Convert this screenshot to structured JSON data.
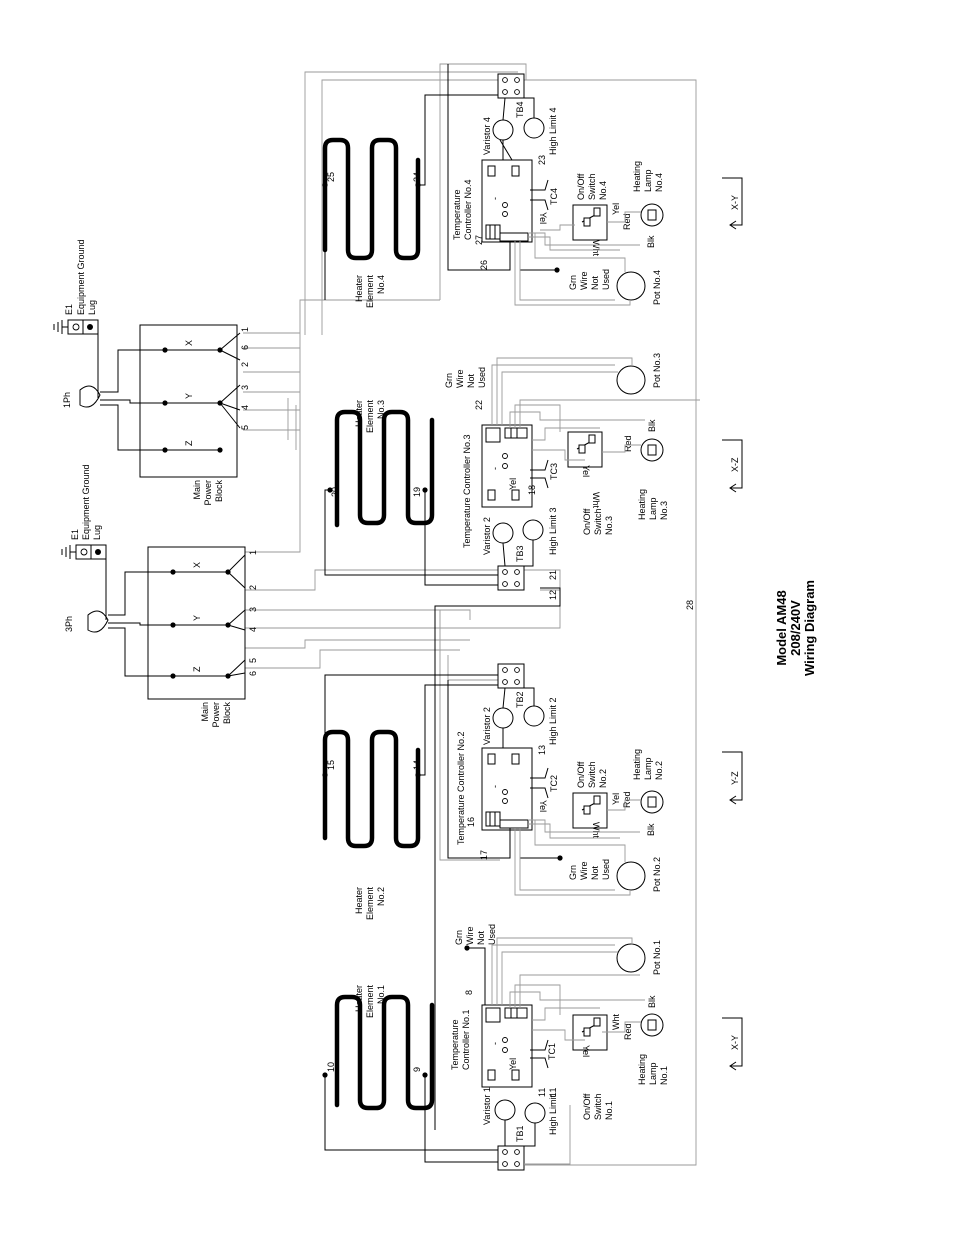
{
  "title": {
    "line1": "Model AM48",
    "line2": "208/240V",
    "line3": "Wiring Diagram"
  },
  "power_blocks": [
    {
      "phase": "1Ph",
      "label": [
        "Main",
        "Power",
        "Block"
      ],
      "terminals": [
        "X",
        "Y",
        "Z"
      ],
      "numbers": [
        "1",
        "6",
        "2",
        "3",
        "4",
        "5"
      ]
    },
    {
      "phase": "3Ph",
      "label": [
        "Main",
        "Power",
        "Block"
      ],
      "terminals": [
        "X",
        "Y",
        "Z"
      ],
      "numbers": [
        "1",
        "2",
        "3",
        "4",
        "5",
        "6"
      ]
    }
  ],
  "ground_lug": {
    "id": "E1",
    "text": [
      "Equipment Ground",
      "Lug"
    ]
  },
  "heater_elements": [
    {
      "label": [
        "Heater",
        "Element",
        "No.1"
      ],
      "wire_a": "10",
      "wire_b": "9"
    },
    {
      "label": [
        "Heater",
        "Element",
        "No.2"
      ],
      "wire_a": "15",
      "wire_b": "14"
    },
    {
      "label": [
        "Heater",
        "Element",
        "No.3"
      ],
      "wire_a": "20",
      "wire_b": "19"
    },
    {
      "label": [
        "Heater",
        "Element",
        "No.4"
      ],
      "wire_a": "25",
      "wire_b": "24"
    }
  ],
  "controllers": [
    {
      "label": [
        "Temperature",
        "Controller No.1"
      ],
      "tc": "TC1",
      "tb": "TB1",
      "varistor": "Varistor 1",
      "high_limit": "High Limit 1",
      "switch": [
        "On/Off",
        "Switch",
        "No.1"
      ],
      "lamp": [
        "Heating",
        "Lamp",
        "No.1"
      ],
      "pot": "Pot No.1",
      "wires": [
        "8",
        "11",
        "1"
      ]
    },
    {
      "label": [
        "Temperature Controller No.2"
      ],
      "tc": "TC2",
      "tb": "TB2",
      "varistor": "Varistor 2",
      "high_limit": "High Limit 2",
      "switch": [
        "On/Off",
        "Switch",
        "No.2"
      ],
      "lamp": [
        "Heating",
        "Lamp",
        "No.2"
      ],
      "pot": "Pot No.2",
      "wires": [
        "16",
        "17",
        "13"
      ]
    },
    {
      "label": [
        "Temperature Controller No.3"
      ],
      "tc": "TC3",
      "tb": "TB3",
      "varistor": "Varistor 2",
      "high_limit": "High Limit 3",
      "switch": [
        "On/Off",
        "Switch",
        "No.3"
      ],
      "lamp": [
        "Heating",
        "Lamp",
        "No.3"
      ],
      "pot": "Pot No.3",
      "wires": [
        "22",
        "18",
        "21",
        "12"
      ]
    },
    {
      "label": [
        "Temperature",
        "Controller No.4"
      ],
      "tc": "TC4",
      "tb": "TB4",
      "varistor": "Varistor 4",
      "high_limit": "High Limit 4",
      "switch": [
        "On/Off",
        "Switch",
        "No.4"
      ],
      "lamp": [
        "Heating",
        "Lamp",
        "No.4"
      ],
      "pot": "Pot No.4",
      "wires": [
        "27",
        "26",
        "23"
      ]
    }
  ],
  "grn_wire": [
    "Grn",
    "Wire",
    "Not",
    "Used"
  ],
  "wire_colors": {
    "yel": "Yel",
    "wht": "Wht",
    "red": "Red",
    "blk": "Blk"
  },
  "wire_28": "28",
  "phase_markers": [
    "X-Y",
    "Y-Z",
    "X-Z",
    "X-Y"
  ]
}
